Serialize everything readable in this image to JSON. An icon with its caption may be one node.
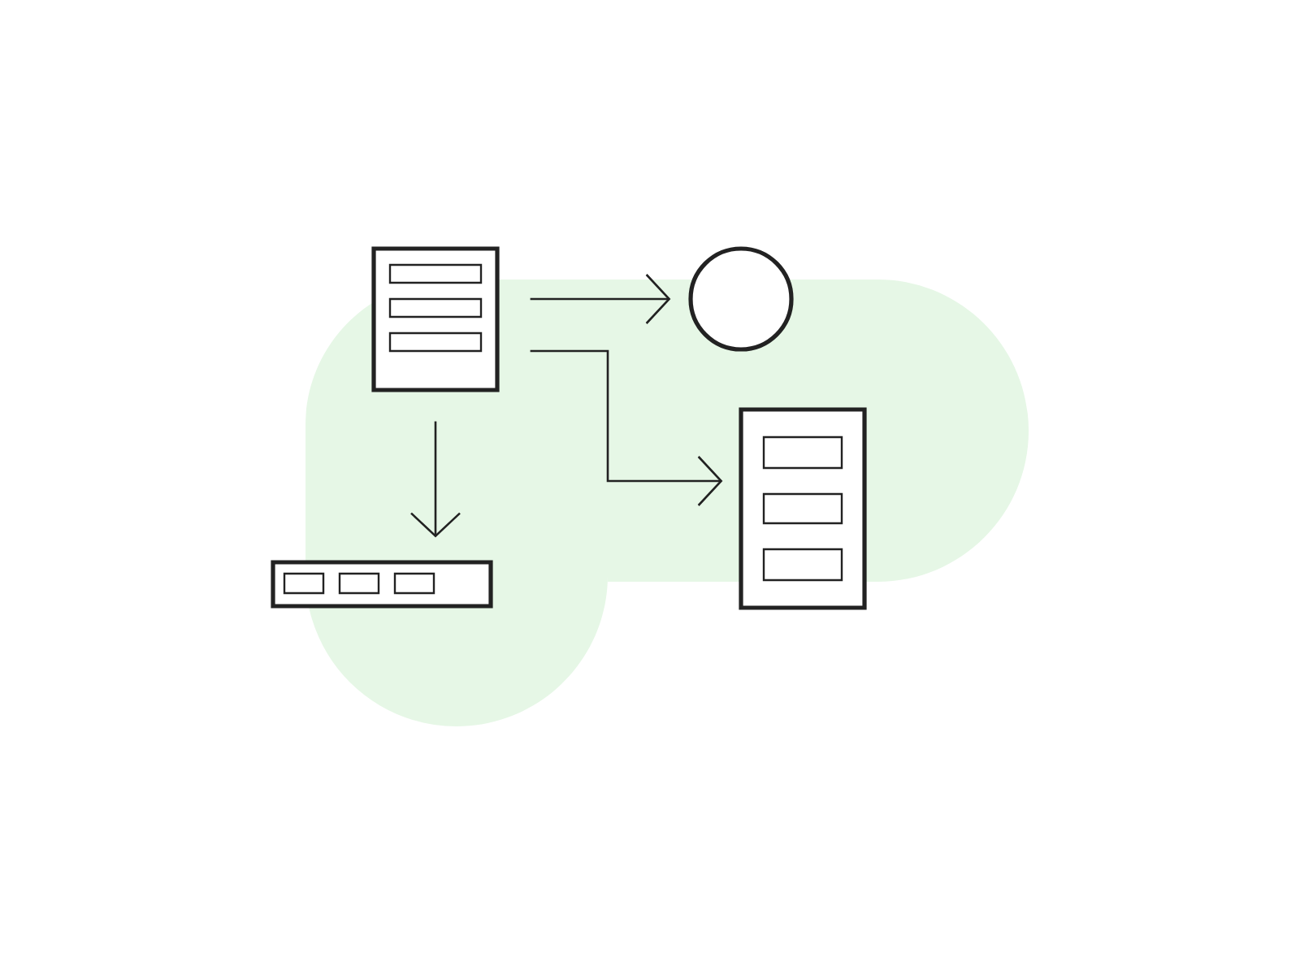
{
  "diagram": {
    "nodes": [
      {
        "text": [],
        "shape": "box"
      },
      {
        "text": [],
        "shape": "circle"
      },
      {
        "text": [],
        "shape": "box"
      },
      {
        "text": [],
        "shape": "bar"
      }
    ],
    "edges": [
      {
        "from": 0,
        "to": 1,
        "arrow": "to"
      },
      {
        "from": 0,
        "to": 2,
        "arrow": "to"
      },
      {
        "from": 0,
        "to": 3,
        "arrow": "to"
      }
    ]
  }
}
